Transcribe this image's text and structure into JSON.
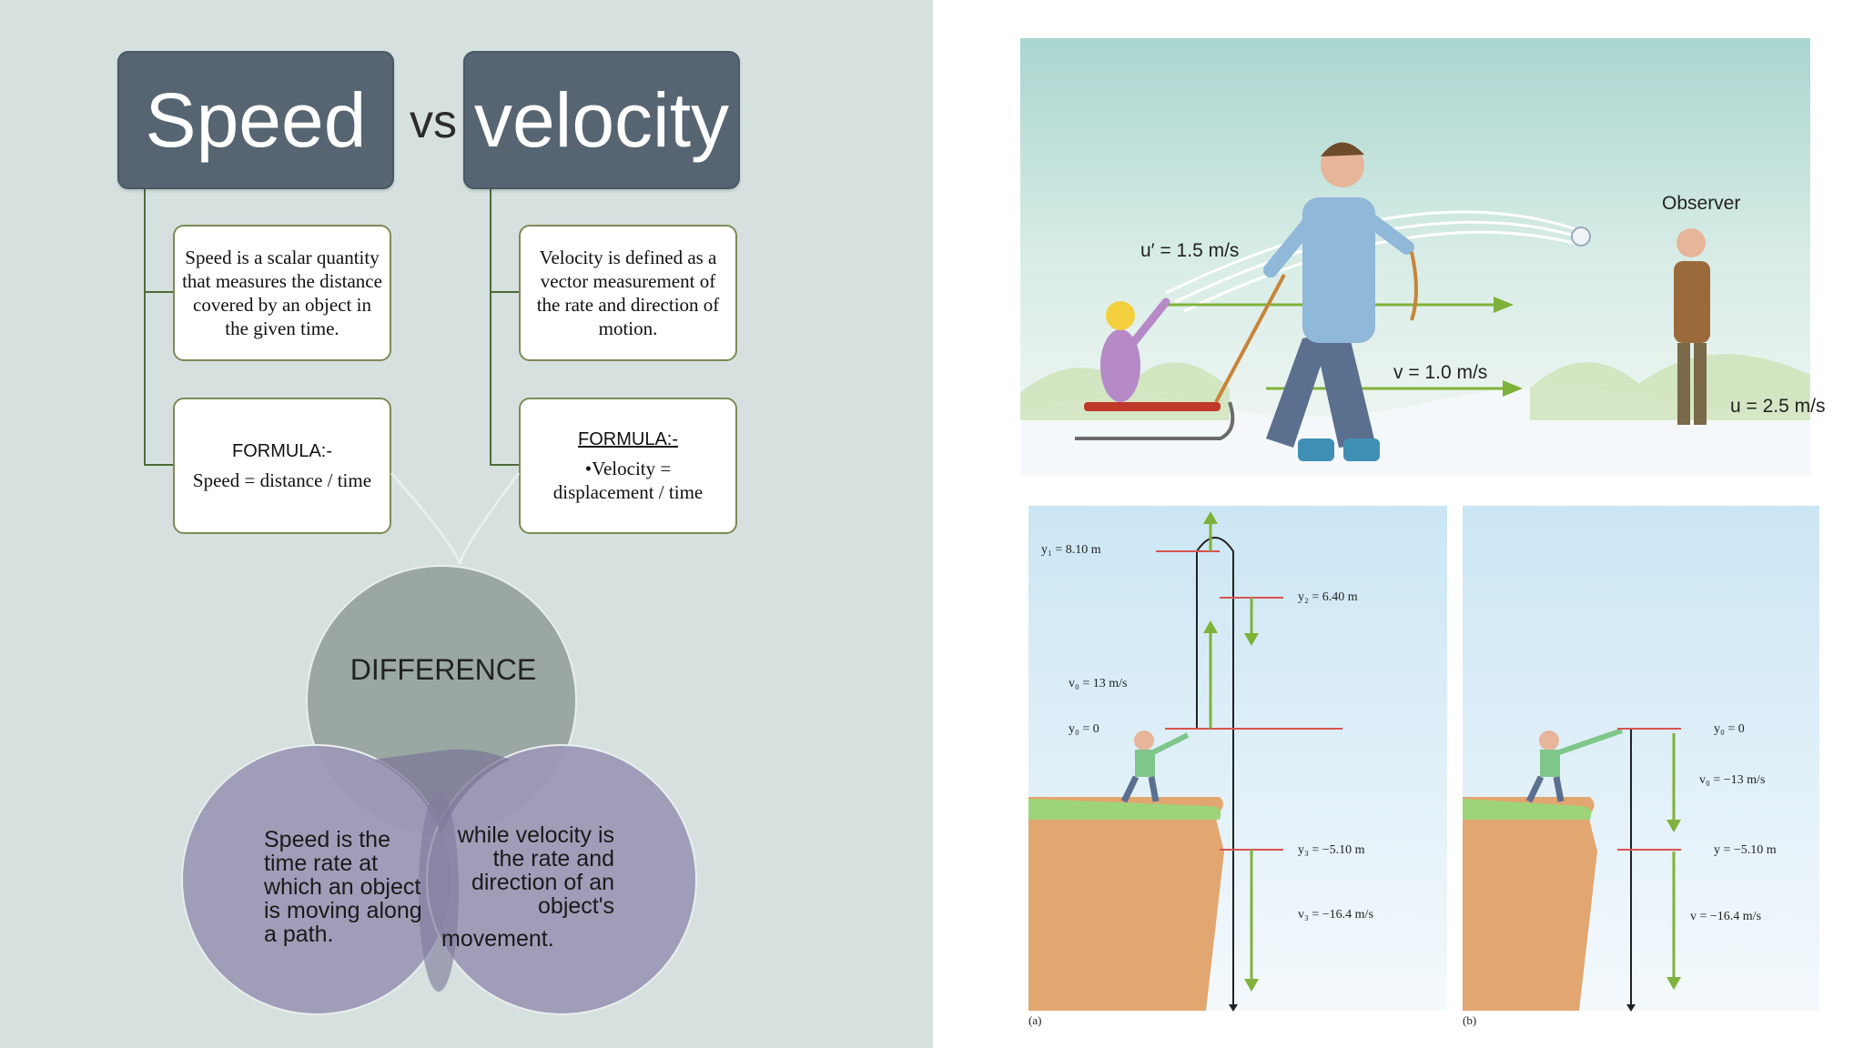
{
  "left": {
    "speed_title": "Speed",
    "vs": "vs",
    "velocity_title": "velocity",
    "speed_definition": "Speed is a scalar quantity that measures the distance covered by an object in the given time.",
    "velocity_definition": "Velocity is defined as a vector measurement of the rate and direction of motion.",
    "speed_formula_head": "FORMULA:-",
    "speed_formula": "Speed = distance / time",
    "velocity_formula_head": "FORMULA:-",
    "velocity_formula_line1": "•Velocity =",
    "velocity_formula_line2": "displacement / time",
    "difference": "DIFFERENCE",
    "venn_left": "Speed is the time rate at which an object is moving along a path.",
    "venn_right_1": "while velocity is the rate and direction of an object's",
    "venn_right_2": "movement."
  },
  "illustration_top": {
    "u_prime": "u′ = 1.5 m/s",
    "v": "v = 1.0 m/s",
    "observer": "Observer",
    "u": "u = 2.5 m/s"
  },
  "illustration_a": {
    "y1": "y₁ = 8.10 m",
    "y2": "y₂ = 6.40 m",
    "v0": "v₀ = 13 m/s",
    "y0": "y₀ = 0",
    "y3": "y₃ = −5.10 m",
    "v3": "v₃ = −16.4 m/s",
    "label": "(a)"
  },
  "illustration_b": {
    "y0": "y₀ = 0",
    "v0": "v₀ = −13 m/s",
    "y": "y = −5.10 m",
    "v": "v = −16.4 m/s",
    "label": "(b)"
  },
  "colors": {
    "left_bg": "#d6e1df",
    "title_box": "#566571",
    "venn_top": "#9aa7a3",
    "venn_bottom": "#9c98b6",
    "arrow_green": "#7fb23a",
    "marker_red": "#d9534f"
  }
}
